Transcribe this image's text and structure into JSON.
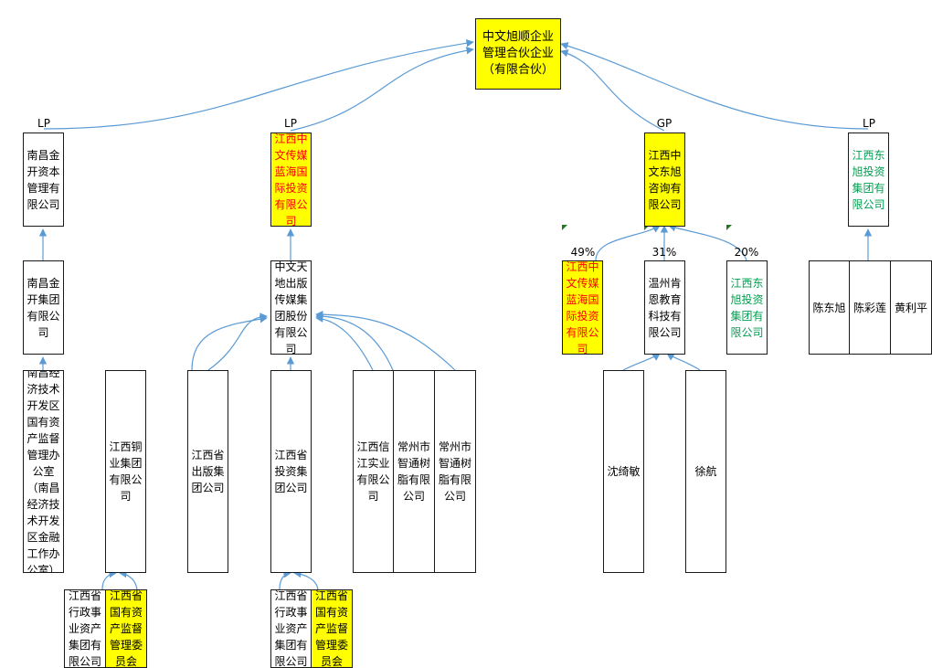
{
  "nodes": {
    "top": "中文旭顺企业管理合伙企业（有限合伙）",
    "nc_capital": "南昌金开资本管理有限公司",
    "jx_media_1": "江西中文传媒蓝海国际投资有限公司",
    "dx_consult": "江西中文东旭咨询有限公司",
    "dx_invest_1": "江西东旭投资集团有限公司",
    "nc_group": "南昌金开集团有限公司",
    "zw_tiandi": "中文天地出版传媒集团股份有限公司",
    "jx_media_2": "江西中文传媒蓝海国际投资有限公司",
    "wz_kenen": "温州肯恩教育科技有限公司",
    "dx_invest_2": "江西东旭投资集团有限公司",
    "p_chen_dx": "陈东旭",
    "p_chen_cl": "陈彩莲",
    "p_huang": "黄利平",
    "nc_office": "南昌经济技术开发区国有资产监督管理办公室（南昌经济技术开发区金融工作办公室）",
    "jx_copper": "江西铜业集团有限公司",
    "jx_publish": "江西省出版集团公司",
    "jx_invest": "江西省投资集团公司",
    "jx_xinjiang": "江西信江实业有限公司",
    "cz_zhitong_1": "常州市智通树脂有限公司",
    "cz_zhitong_2": "常州市智通树脂有限公司",
    "p_shen": "沈绮敏",
    "p_xu": "徐航",
    "jx_admin_1": "江西省行政事业资产集团有限公司",
    "jx_sasac_1": "江西省国有资产监督管理委员会",
    "jx_admin_2": "江西省行政事业资产集团有限公司",
    "jx_sasac_2": "江西省国有资产监督管理委员会"
  },
  "roles": {
    "lp1": "LP",
    "lp2": "LP",
    "gp": "GP",
    "lp3": "LP"
  },
  "percents": {
    "p1": "49%",
    "p2": "31%",
    "p3": "20%"
  },
  "colors": {
    "highlight": "#ffff00",
    "edge": "#5b9bd5",
    "red_text": "#ff0000",
    "green_text": "#00a050"
  }
}
